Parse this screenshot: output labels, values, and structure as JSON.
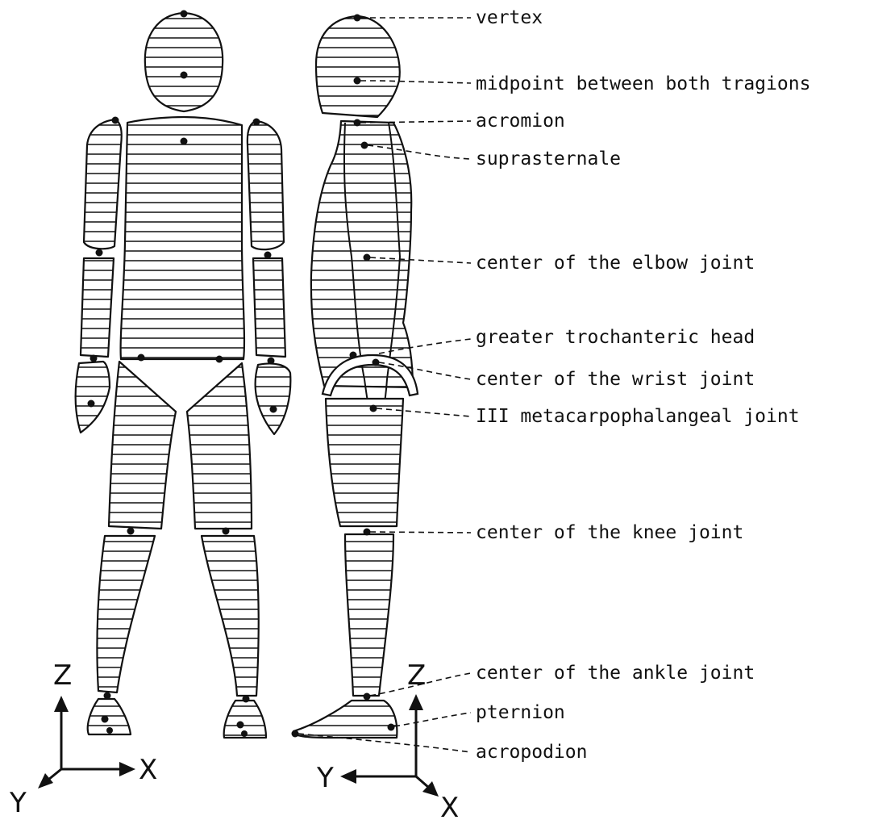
{
  "landmarks": [
    "vertex",
    "midpoint between both tragions",
    "acromion",
    "suprasternale",
    "center of the elbow joint",
    "greater trochanteric head",
    "center of the wrist joint",
    "III metacarpophalangeal joint",
    "center of the knee joint",
    "center of the ankle joint",
    "pternion",
    "acropodion"
  ],
  "front_axes": {
    "z": "Z",
    "x": "X",
    "y": "Y"
  },
  "side_axes": {
    "z": "Z",
    "x": "X",
    "y": "Y"
  }
}
